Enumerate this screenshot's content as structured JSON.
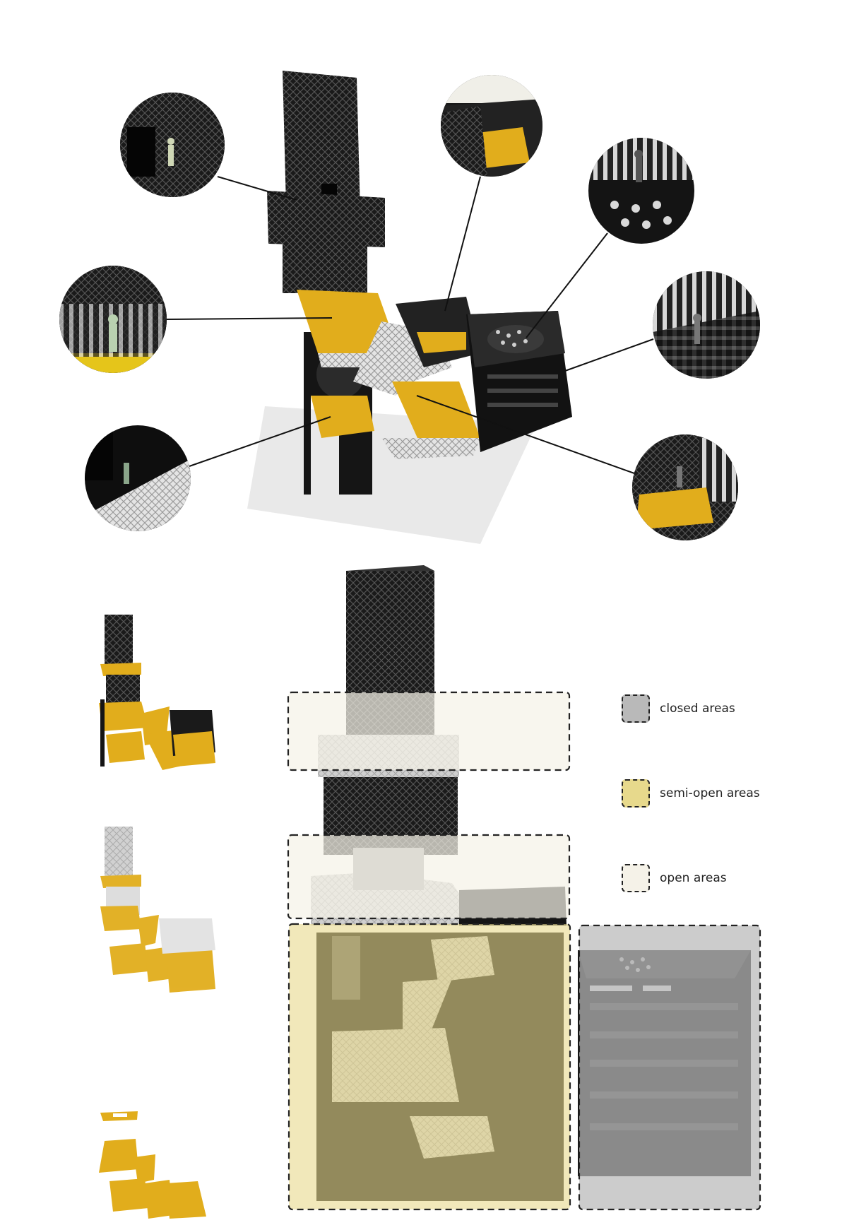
{
  "colors": {
    "closed": "#b9b9b9",
    "semi_open": "#e7d98c",
    "open": "#f5f2e8",
    "accent_yellow": "#e1ad1c",
    "metal_dark": "#151515",
    "ground": "#e9e9e9"
  },
  "legend": {
    "items": [
      {
        "key": "closed",
        "label": "closed areas"
      },
      {
        "key": "semi_open",
        "label": "semi-open areas"
      },
      {
        "key": "open",
        "label": "open areas"
      }
    ]
  },
  "detail_views": [
    {
      "name": "tower-interior-view",
      "subject": "person inside mesh tower"
    },
    {
      "name": "upper-platform-view",
      "subject": "yellow platform under mesh canopy"
    },
    {
      "name": "stair-passage-view",
      "subject": "person by mesh stair"
    },
    {
      "name": "bridge-deck-view",
      "subject": "yellow perforated deck"
    },
    {
      "name": "perforated-roof-view",
      "subject": "light spots through perforated roof"
    },
    {
      "name": "louvered-box-view",
      "subject": "striped shadows from louvers"
    },
    {
      "name": "lower-deck-view",
      "subject": "yellow deck with striped light"
    }
  ],
  "steps": [
    {
      "name": "full-model-diagram"
    },
    {
      "name": "translucent-model-diagram"
    },
    {
      "name": "platforms-only-diagram"
    }
  ]
}
